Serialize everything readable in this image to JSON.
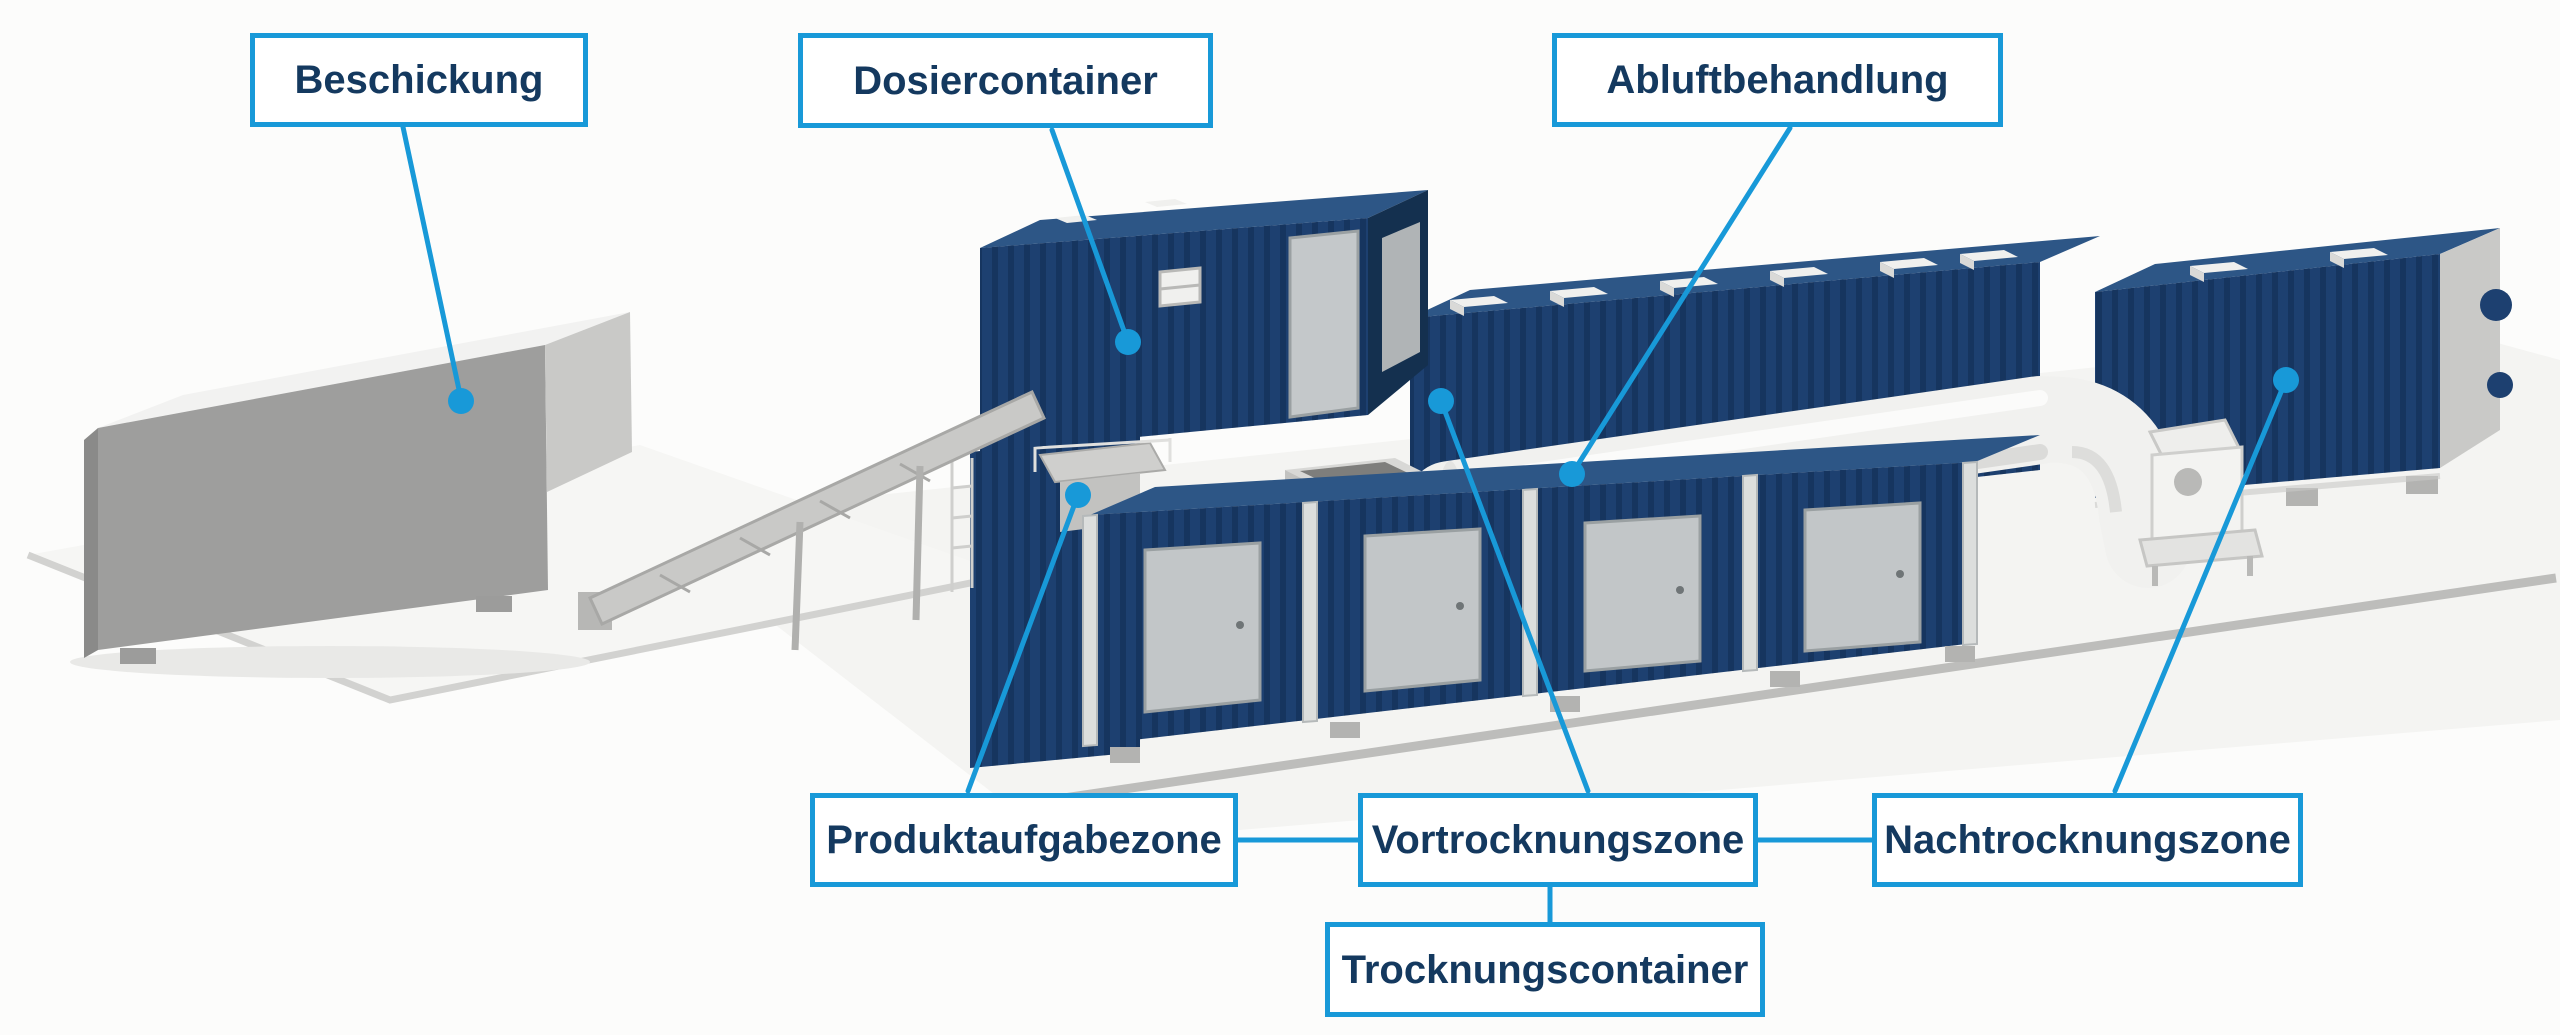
{
  "diagram_title": "Containerized sludge drying plant — labeled component diagram",
  "labels": [
    {
      "id": "beschickung",
      "text": "Beschickung"
    },
    {
      "id": "dosiercontainer",
      "text": "Dosiercontainer"
    },
    {
      "id": "abluftbehandlung",
      "text": "Abluftbehandlung"
    },
    {
      "id": "produktaufgabezone",
      "text": "Produktaufgabezone"
    },
    {
      "id": "vortrocknungszone",
      "text": "Vortrocknungszone"
    },
    {
      "id": "nachtrocknungszone",
      "text": "Nachtrocknungszone"
    },
    {
      "id": "trocknungscontainer",
      "text": "Trocknungscontainer"
    }
  ],
  "colors": {
    "accent": "#1899d8",
    "label-text": "#14395f",
    "label-bg": "#ffffff",
    "bg": "#fcfcfb",
    "c-roof": "#2d5686",
    "c-front": "#1d4070",
    "c-side": "#14304f",
    "g-front": "#9e9e9d",
    "g-top": "#f2f2f1",
    "duct": "#f1f1ef"
  }
}
